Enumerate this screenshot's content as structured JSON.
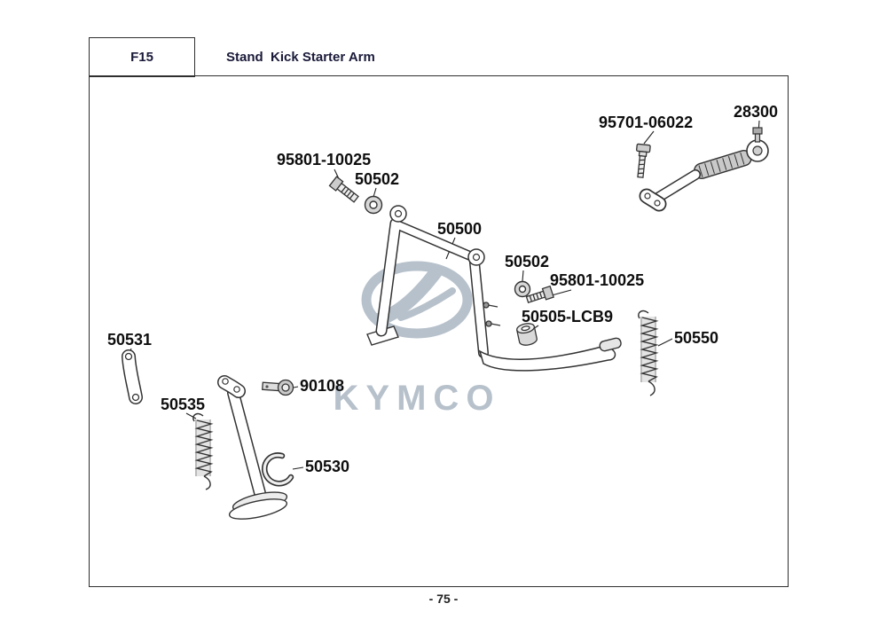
{
  "header": {
    "code": "F15",
    "title": "Stand  Kick Starter Arm"
  },
  "footer": {
    "page_label": "- 75 -"
  },
  "watermark": {
    "brand": "KYMCO"
  },
  "parts": {
    "kick_bolt": "95701-06022",
    "kick_arm": "28300",
    "upper_bolt": "95801-10025",
    "upper_nut": "50502",
    "main_stand": "50500",
    "mid_nut": "50502",
    "mid_bolt": "95801-10025",
    "bushing": "50505-LCB9",
    "right_spring": "50550",
    "bracket": "50531",
    "pivot_bolt": "90108",
    "left_spring": "50535",
    "side_stand": "50530"
  },
  "colors": {
    "line": "#333333",
    "watermark": "#b7c1cb"
  }
}
